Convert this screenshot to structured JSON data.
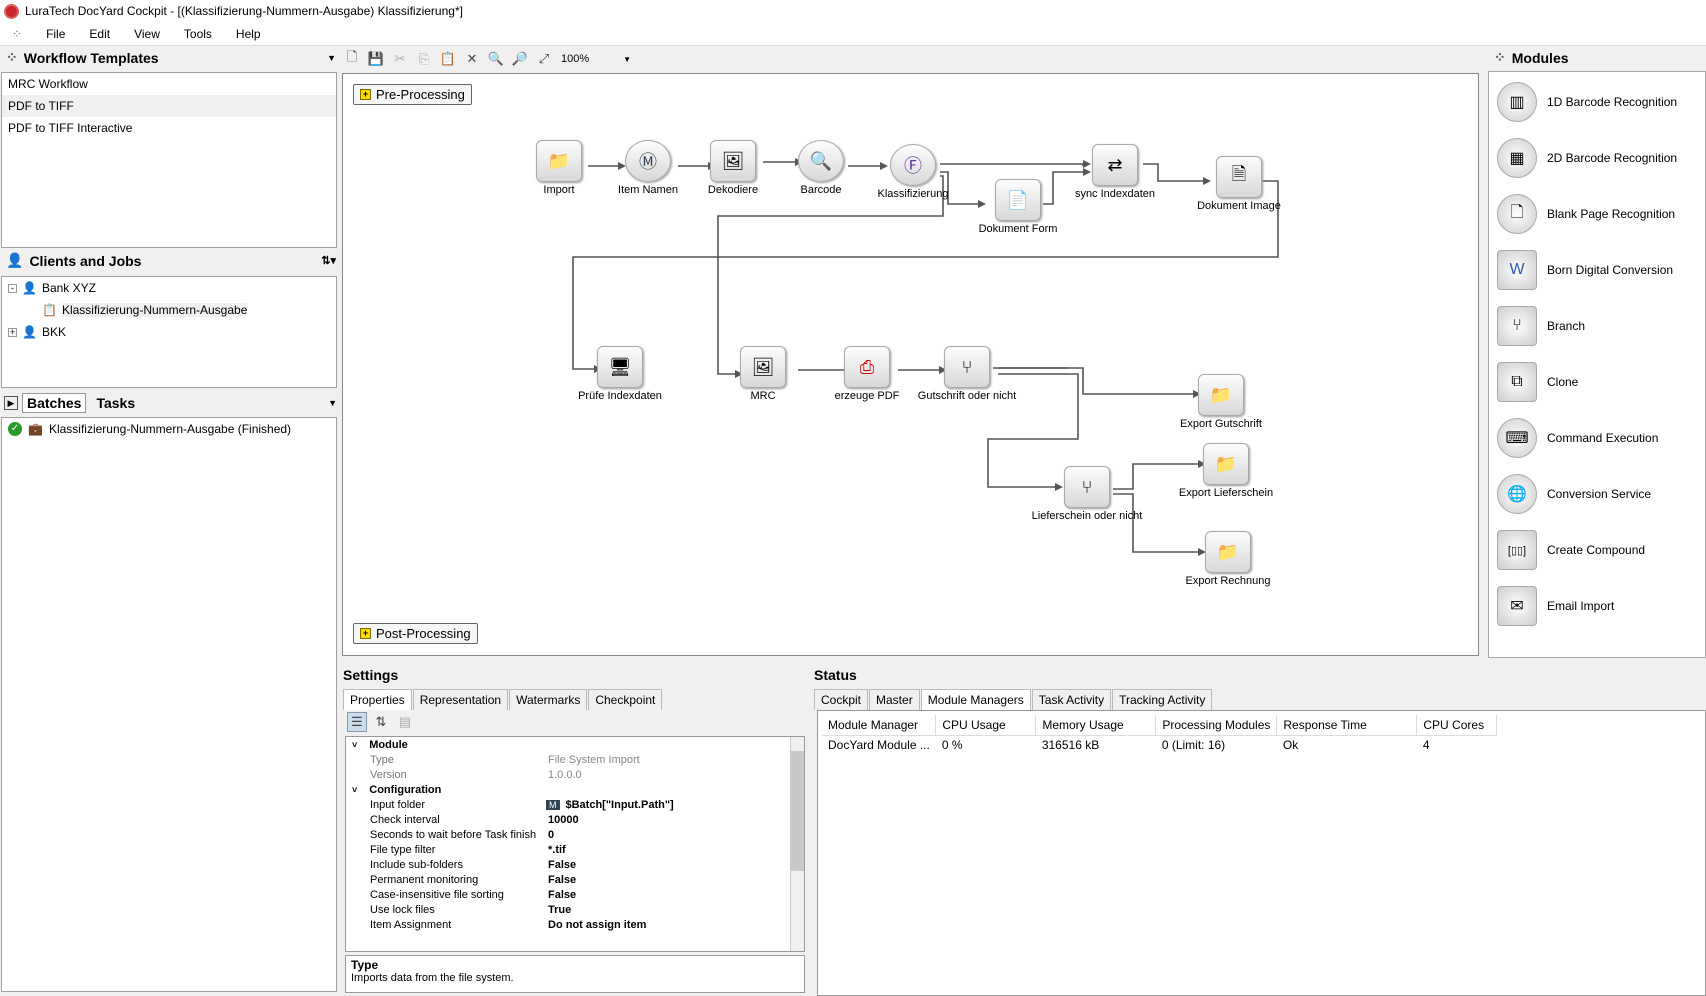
{
  "window": {
    "title": "LuraTech DocYard Cockpit - [(Klassifizierung-Nummern-Ausgabe) Klassifizierung*]"
  },
  "menu": [
    "File",
    "Edit",
    "View",
    "Tools",
    "Help"
  ],
  "workflow_templates": {
    "title": "Workflow Templates",
    "items": [
      "MRC Workflow",
      "PDF to TIFF",
      "PDF to TIFF Interactive"
    ]
  },
  "clients": {
    "title": "Clients and Jobs",
    "tree": [
      {
        "label": "Bank XYZ",
        "child": "Klassifizierung-Nummern-Ausgabe"
      },
      {
        "label": "BKK"
      }
    ]
  },
  "batches": {
    "tab1": "Batches",
    "tab2": "Tasks",
    "item": "Klassifizierung-Nummern-Ausgabe (Finished)"
  },
  "toolbar": {
    "zoom": "100%"
  },
  "groups": {
    "pre": "Pre-Processing",
    "post": "Post-Processing"
  },
  "nodes": {
    "import": "Import",
    "itemnamen": "Item Namen",
    "dekodiere": "Dekodiere",
    "barcode": "Barcode",
    "klass": "Klassifizierung",
    "dokform": "Dokument Form",
    "sync": "sync Indexdaten",
    "dokimage": "Dokument Image",
    "pruefe": "Prüfe Indexdaten",
    "mrc": "MRC",
    "erzeuge": "erzeuge PDF",
    "gutschrift": "Gutschrift oder nicht",
    "exportgut": "Export Gutschrift",
    "lieferschein": "Lieferschein oder nicht",
    "exportlief": "Export Lieferschein",
    "exportrech": "Export Rechnung"
  },
  "modules": {
    "title": "Modules",
    "items": [
      "1D Barcode Recognition",
      "2D Barcode Recognition",
      "Blank Page Recognition",
      "Born Digital Conversion",
      "Branch",
      "Clone",
      "Command Execution",
      "Conversion Service",
      "Create Compound",
      "Email Import"
    ]
  },
  "settings": {
    "title": "Settings",
    "tabs": [
      "Properties",
      "Representation",
      "Watermarks",
      "Checkpoint"
    ],
    "module": "Module",
    "type_k": "Type",
    "type_v": "File System Import",
    "ver_k": "Version",
    "ver_v": "1.0.0.0",
    "config": "Configuration",
    "props": [
      [
        "Input folder",
        "$Batch[\"Input.Path\"]"
      ],
      [
        "Check interval",
        "10000"
      ],
      [
        "Seconds to wait before Task finish",
        "0"
      ],
      [
        "File type filter",
        "*.tif"
      ],
      [
        "Include sub-folders",
        "False"
      ],
      [
        "Permanent monitoring",
        "False"
      ],
      [
        "Case-insensitive file sorting",
        "False"
      ],
      [
        "Use lock files",
        "True"
      ],
      [
        "Item Assignment",
        "Do not assign item"
      ]
    ],
    "desc_title": "Type",
    "desc": "Imports data from the file system."
  },
  "status": {
    "title": "Status",
    "tabs": [
      "Cockpit",
      "Master",
      "Module Managers",
      "Task Activity",
      "Tracking Activity"
    ],
    "headers": [
      "Module Manager",
      "CPU Usage",
      "Memory Usage",
      "Processing Modules",
      "Response Time",
      "CPU Cores"
    ],
    "row": [
      "DocYard Module ...",
      "0 %",
      "316516 kB",
      "0 (Limit: 16)",
      "Ok",
      "4"
    ]
  }
}
